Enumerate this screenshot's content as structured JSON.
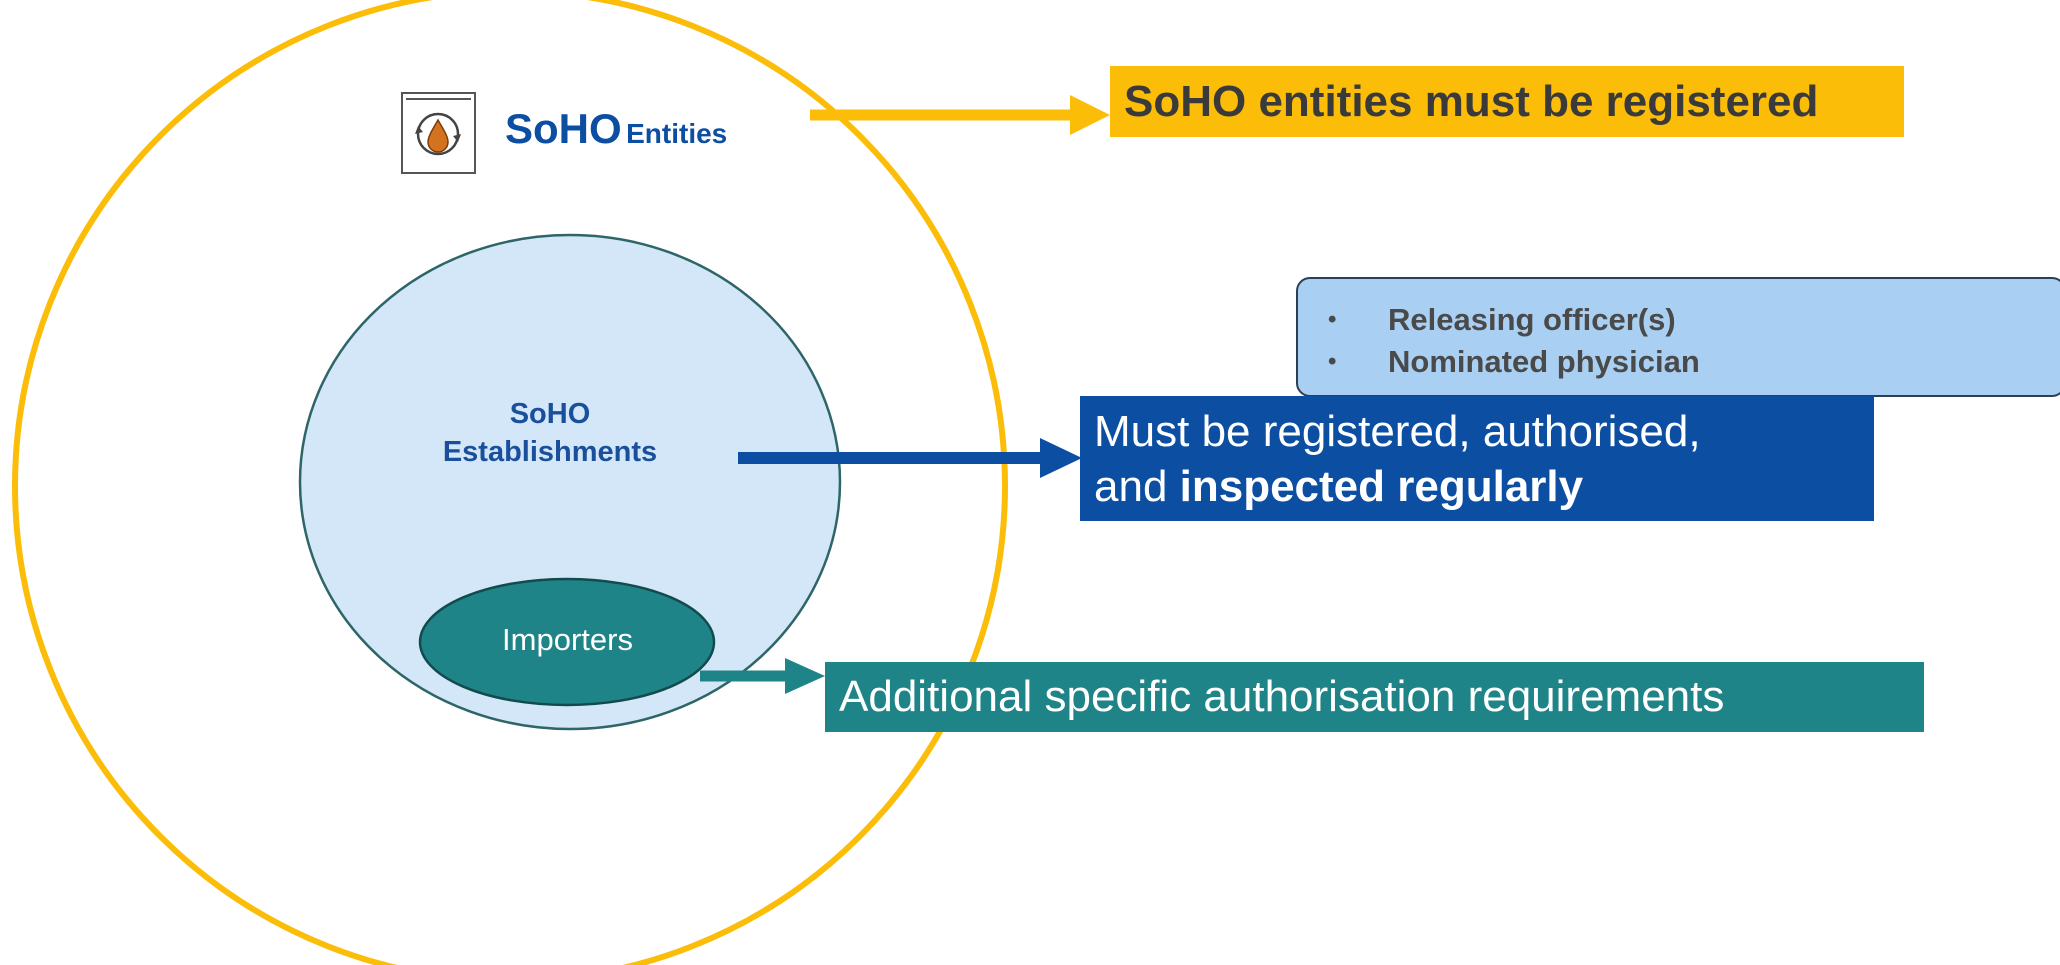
{
  "colors": {
    "yellow": "#fbbd08",
    "blue": "#0b4ea2",
    "light_blue": "#d3e7f8",
    "teal": "#1f8487",
    "dark_text": "#3a3a3a"
  },
  "icons": {
    "entities": "soho-drop-cycle-icon"
  },
  "entities": {
    "title_main": "SoHO",
    "title_sub": "Entities",
    "callout": "SoHO entities must be registered"
  },
  "establishments": {
    "label_line1": "SoHO",
    "label_line2": "Establishments",
    "callout_line1": "Must be registered, authorised,",
    "callout_line2_prefix": "and ",
    "callout_line2_bold": "inspected regularly",
    "roles": [
      {
        "bullet": "•",
        "text": "Releasing officer(s)"
      },
      {
        "bullet": "•",
        "text": "Nominated physician"
      }
    ]
  },
  "importers": {
    "label": "Importers",
    "callout": "Additional specific authorisation requirements"
  }
}
